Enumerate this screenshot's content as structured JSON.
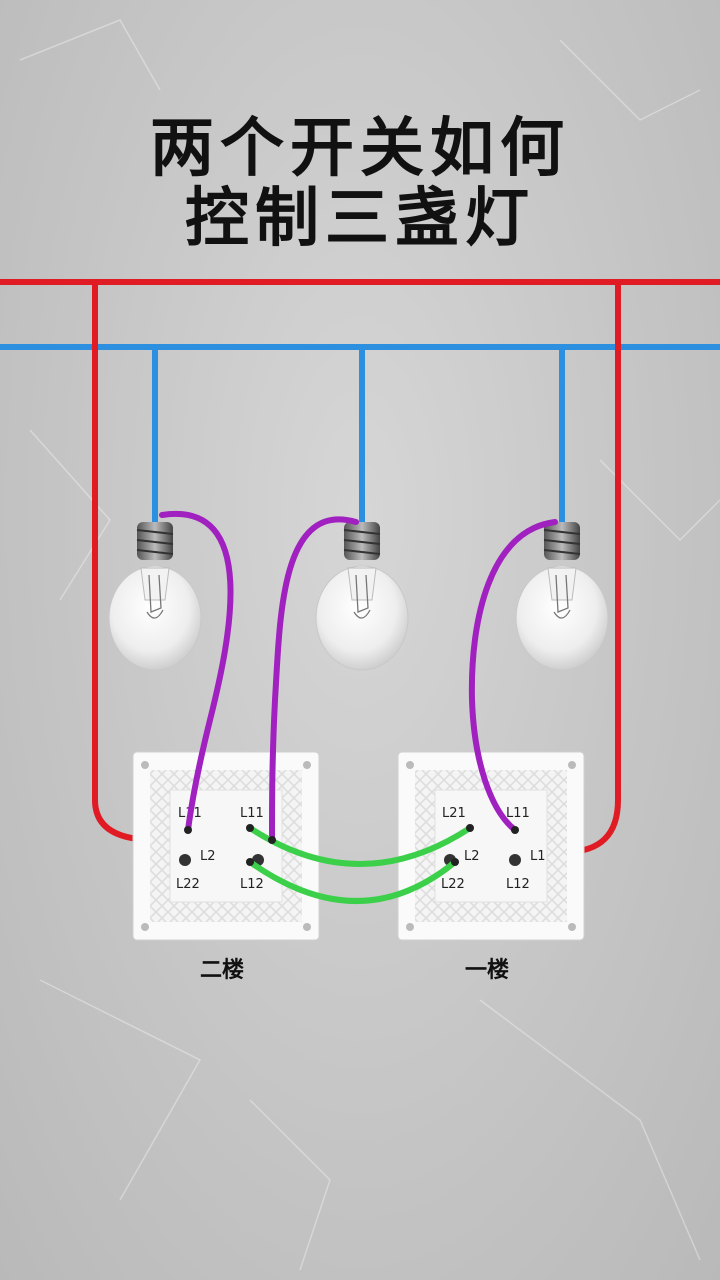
{
  "title": {
    "line1": "两个开关如何",
    "line2": "控制三盏灯"
  },
  "colors": {
    "live": "#e01b24",
    "neutral": "#2d8fe0",
    "switched": "#a020c0",
    "traveler": "#3cd04a"
  },
  "switches": [
    {
      "label": "二楼",
      "terminals": {
        "tl": "L11",
        "l2": "L2",
        "bl": "L22",
        "tm": "L11",
        "bm": "L12"
      }
    },
    {
      "label": "一楼",
      "terminals": {
        "tl": "L21",
        "l2": "L2",
        "bl": "L22",
        "tm": "L11",
        "l1": "L1",
        "bm": "L12"
      }
    }
  ]
}
